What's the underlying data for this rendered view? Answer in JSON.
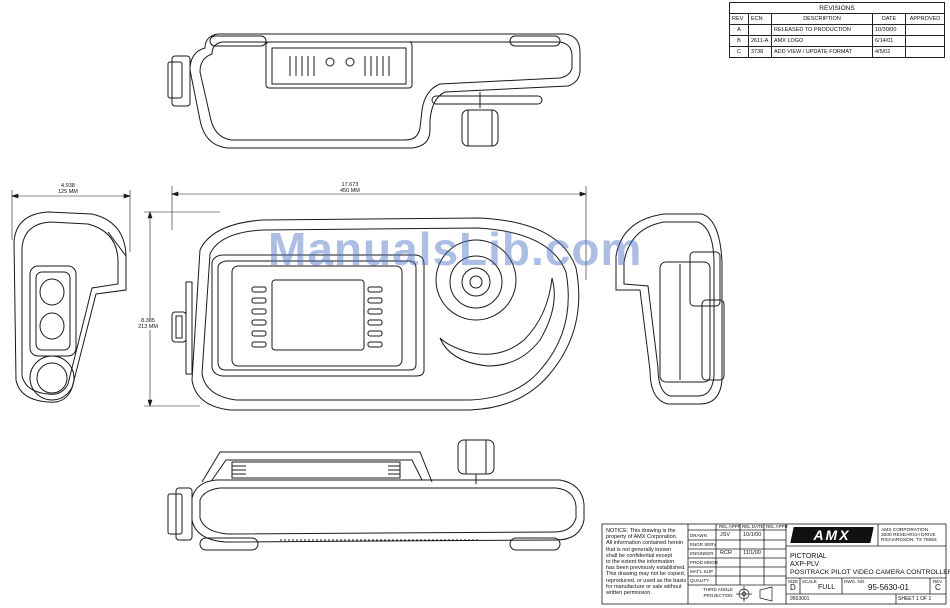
{
  "revisions": {
    "title": "REVISIONS",
    "headers": [
      "REV",
      "ECN",
      "DESCRIPTION",
      "DATE",
      "APPROVED"
    ],
    "rows": [
      [
        "A",
        "",
        "RELEASED TO PRODUCTION",
        "10/30/00",
        ""
      ],
      [
        "B",
        "2611-A",
        "AMX LOGO",
        "6/14/01",
        ""
      ],
      [
        "C",
        "3738",
        "ADD VIEW / UPDATE FORMAT",
        "4/5/02",
        ""
      ]
    ]
  },
  "dimensions": {
    "width_in": "4.938",
    "width_mm": "125 MM",
    "length_in": "17.673",
    "length_mm": "450 MM",
    "height_in": "8.385",
    "height_mm": "213 MM"
  },
  "watermark": "ManualsLib.com",
  "title_block": {
    "notice": [
      "NOTICE: This drawing is the",
      "property of AMX Corporation.",
      "All information contained herein",
      "that is not generally known",
      "shall be confidential except",
      "to the extent the information",
      "has been previously established.",
      "This drawing may not be copied,",
      "reproduced, or used as the basis",
      "for manufacture or sale without",
      "written permission."
    ],
    "col_rel_appr": "REL APPR",
    "col_rel_date": "REL DATE",
    "col_rel_appr2": "REL APPR",
    "drawn_label": "DRAWN",
    "drawn_by": "JSV",
    "drawn_date": "10/1/00",
    "engr_serv_label": "ENGR SERV",
    "engineer_label": "ENGINEER",
    "engineer_by": "RCR",
    "engineer_date": "11/1/00",
    "prod_mngr_label": "PROD MNGR",
    "matl_sup_label": "MAT'L SUP",
    "quality_label": "QUALITY",
    "projection_label": "THIRD ANGLE PROJECTION",
    "company": [
      "AMX CORPORATION",
      "3000 RESEARCH DRIVE",
      "RICHARDSON, TX 75082"
    ],
    "logo": "AMX",
    "title_lines": [
      "PICTORIAL",
      "AXP-PLV",
      "POSITRACK PILOT  VIDEO CAMERA CONTROLLER"
    ],
    "size_label": "SIZE",
    "size": "D",
    "scale_label": "SCALE",
    "scale": "FULL",
    "dwg_no_label": "DWG. NO.",
    "dwg_no": "95-5630-01",
    "rev_label": "REV",
    "rev": "C",
    "cad_file": "9563001",
    "sheet_label": "SHEET",
    "sheet": "1 OF 1"
  },
  "colors": {
    "line": "#1a1a1a",
    "watermark": "#466ec8"
  }
}
